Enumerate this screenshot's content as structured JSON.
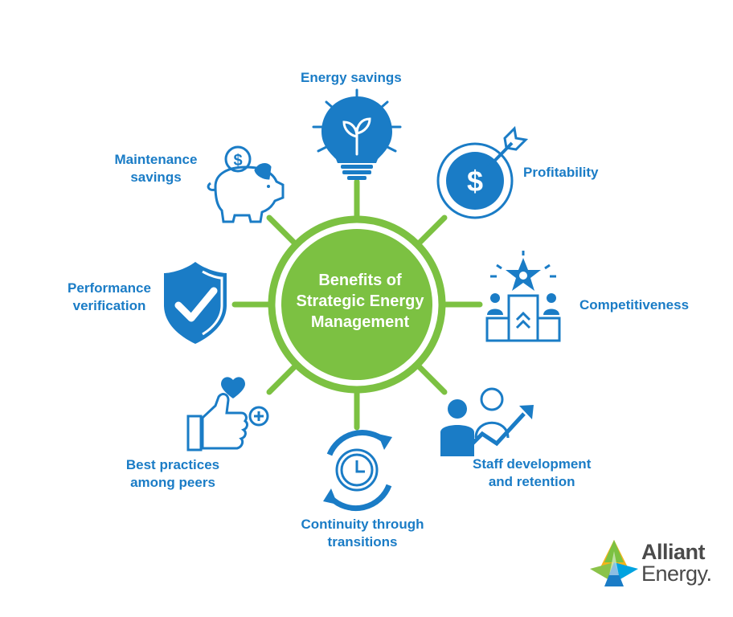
{
  "center": {
    "line1": "Benefits of",
    "line2": "Strategic Energy",
    "line3": "Management"
  },
  "benefits": {
    "energy_savings": {
      "line1": "Energy savings",
      "icon": "lightbulb-plant-icon"
    },
    "profitability": {
      "line1": "Profitability",
      "icon": "dollar-target-icon"
    },
    "competitiveness": {
      "line1": "Competitiveness",
      "icon": "podium-star-icon"
    },
    "staff_development": {
      "line1": "Staff development",
      "line2": "and retention",
      "icon": "people-growth-icon"
    },
    "continuity": {
      "line1": "Continuity through",
      "line2": "transitions",
      "icon": "clock-cycle-icon"
    },
    "best_practices": {
      "line1": "Best practices",
      "line2": "among peers",
      "icon": "thumbs-up-heart-icon"
    },
    "performance_verification": {
      "line1": "Performance",
      "line2": "verification",
      "icon": "shield-check-icon"
    },
    "maintenance_savings": {
      "line1": "Maintenance",
      "line2": "savings",
      "icon": "piggy-bank-icon"
    }
  },
  "logo": {
    "line1": "Alliant",
    "line2": "Energy."
  },
  "colors": {
    "blue": "#1a7cc6",
    "green": "#7cc142",
    "logo_gray": "#4a4a4a"
  }
}
